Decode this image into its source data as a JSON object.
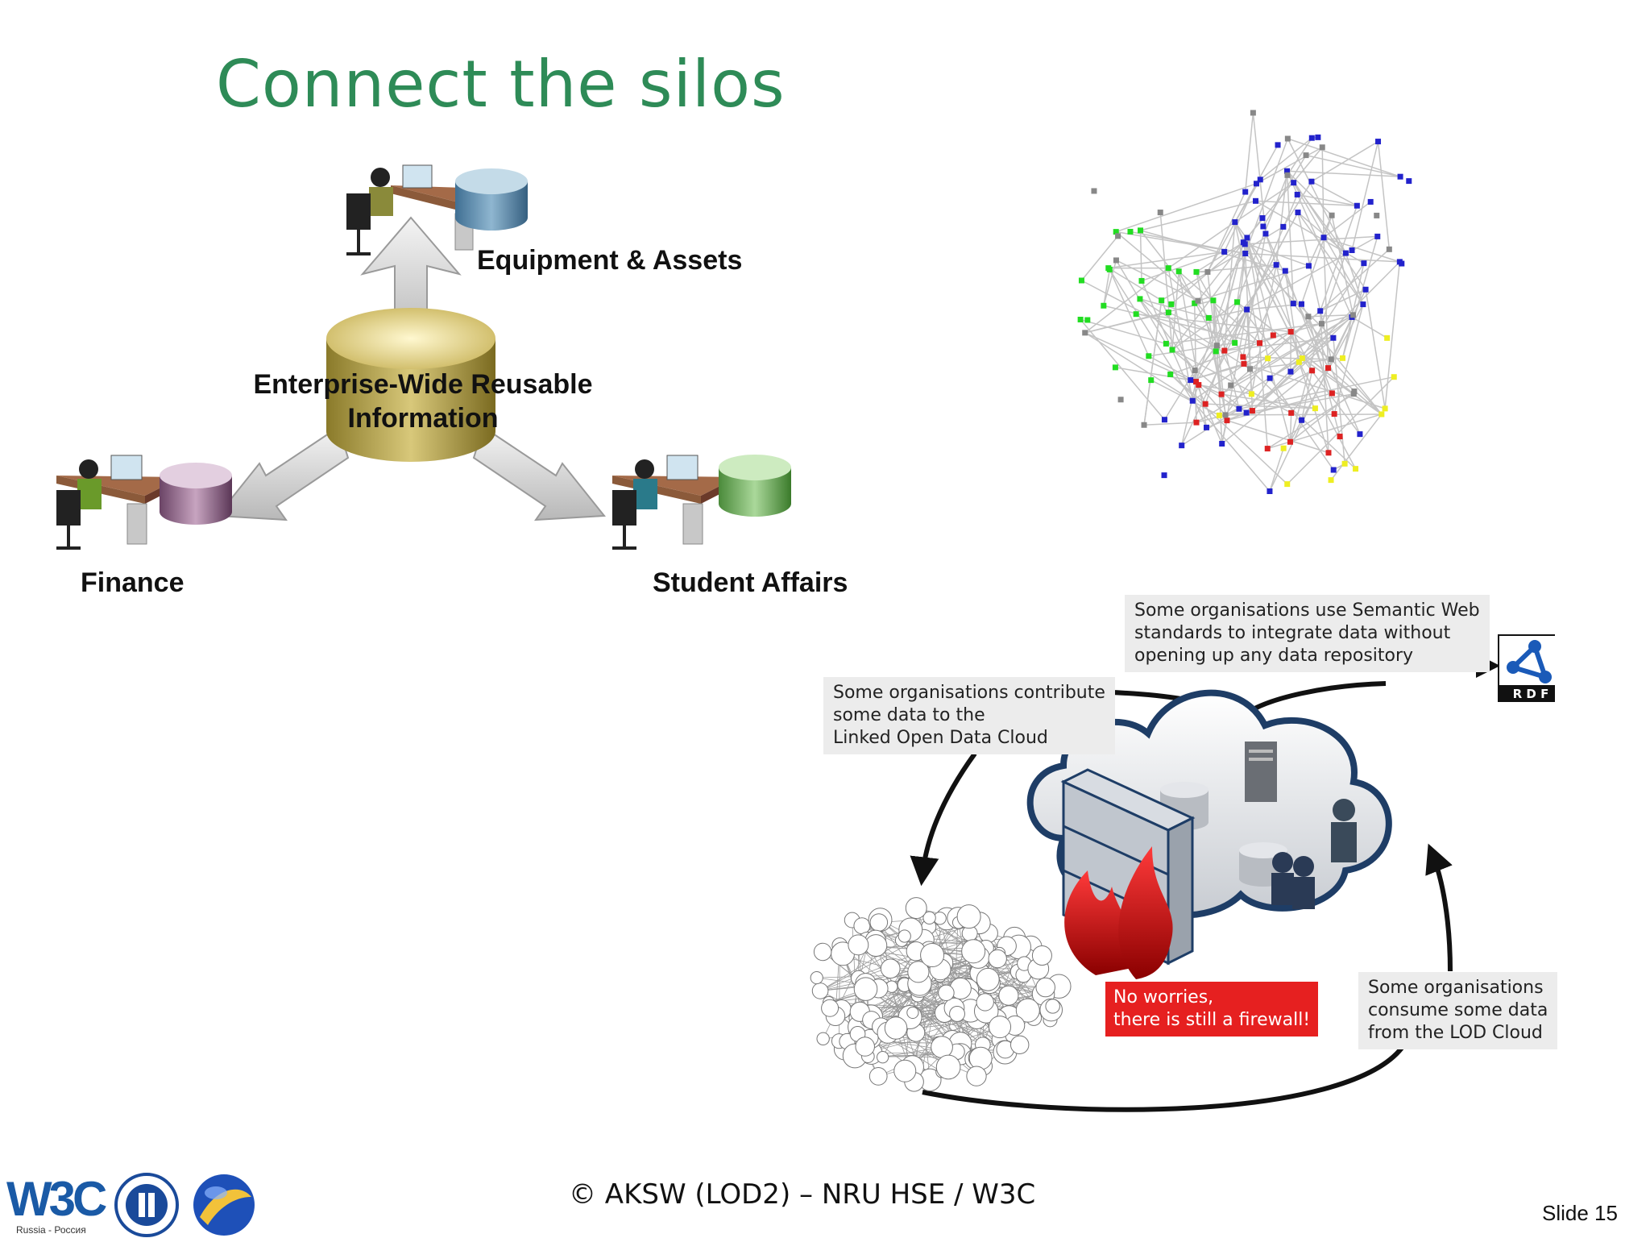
{
  "slide": {
    "title": "Connect the silos",
    "number_label": "Slide 15"
  },
  "silos": {
    "center": [
      "Enterprise-Wide Reusable",
      "Information"
    ],
    "top": "Equipment & Assets",
    "left": "Finance",
    "right": "Student Affairs"
  },
  "lod": {
    "callout_left": [
      "Some organisations contribute",
      "some data to the",
      "Linked Open Data Cloud"
    ],
    "callout_top": [
      "Some organisations use Semantic Web",
      "standards to integrate data without",
      "opening up any data repository"
    ],
    "callout_right": [
      "Some organisations",
      "consume some data",
      "from the LOD Cloud"
    ],
    "firewall_note": [
      "No worries,",
      "there is still a firewall!"
    ],
    "rdf_logo_text": "R D F"
  },
  "footer": {
    "copyright": "© AKSW (LOD2) – NRU HSE / W3C",
    "logo_w3c_text": "W3C",
    "logo_w3c_sub": "Russia - Россия"
  },
  "colors": {
    "title": "#2e8b57",
    "graph_blue": "#2222cc",
    "graph_green": "#22dd22",
    "graph_red": "#dd2222",
    "graph_yellow": "#eeee22",
    "graph_gray": "#888888",
    "firewall_red": "#e62020"
  }
}
